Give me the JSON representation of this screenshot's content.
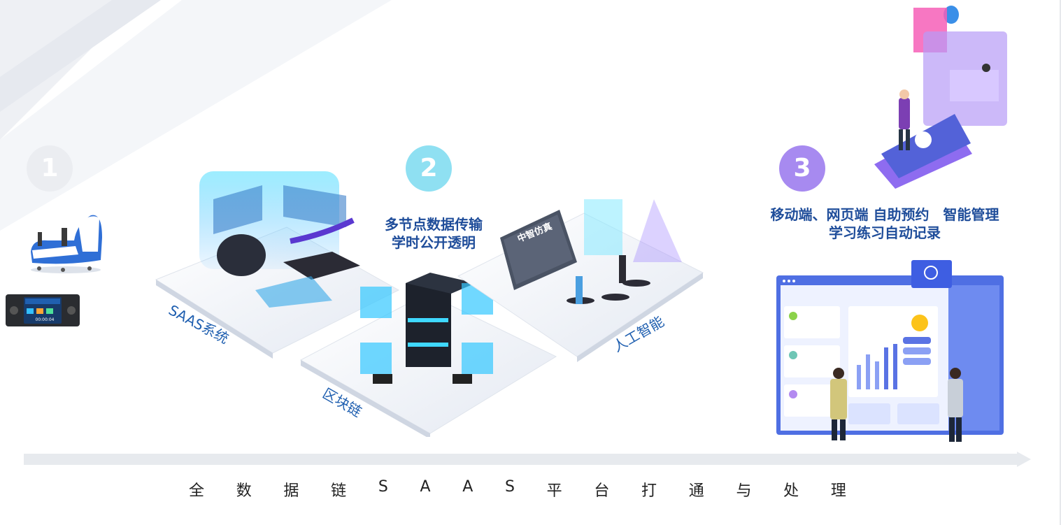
{
  "steps": [
    {
      "number": "1",
      "color": "#ebedf1"
    },
    {
      "number": "2",
      "color": "#8fe0f2"
    },
    {
      "number": "3",
      "color": "#a78af0"
    }
  ],
  "step2_lines": [
    "多节点数据传输",
    "学时公开透明"
  ],
  "step3_lines": [
    "移动端、网页端 自助预约　智能管理",
    "学习练习自动记录"
  ],
  "iso_labels": {
    "saas": "SAAS系统",
    "blockchain": "区块链",
    "ai": "人工智能",
    "laptop_brand": "中智仿真"
  },
  "device_screen_text": "00:00:04",
  "caption_chars": [
    "全",
    "数",
    "据",
    "链",
    "S",
    "A",
    "A",
    "S",
    "平",
    "台",
    "打",
    "通",
    "与",
    "处",
    "理"
  ],
  "colors": {
    "title_blue": "#1f4d9a",
    "label_blue": "#1f5fb0",
    "arrow": "#e7eaee"
  },
  "icons": {
    "phone": "phone-call-icon",
    "chat": "chat-bubble-icon",
    "user": "user-avatar-icon",
    "check": "checkmark-icon"
  }
}
